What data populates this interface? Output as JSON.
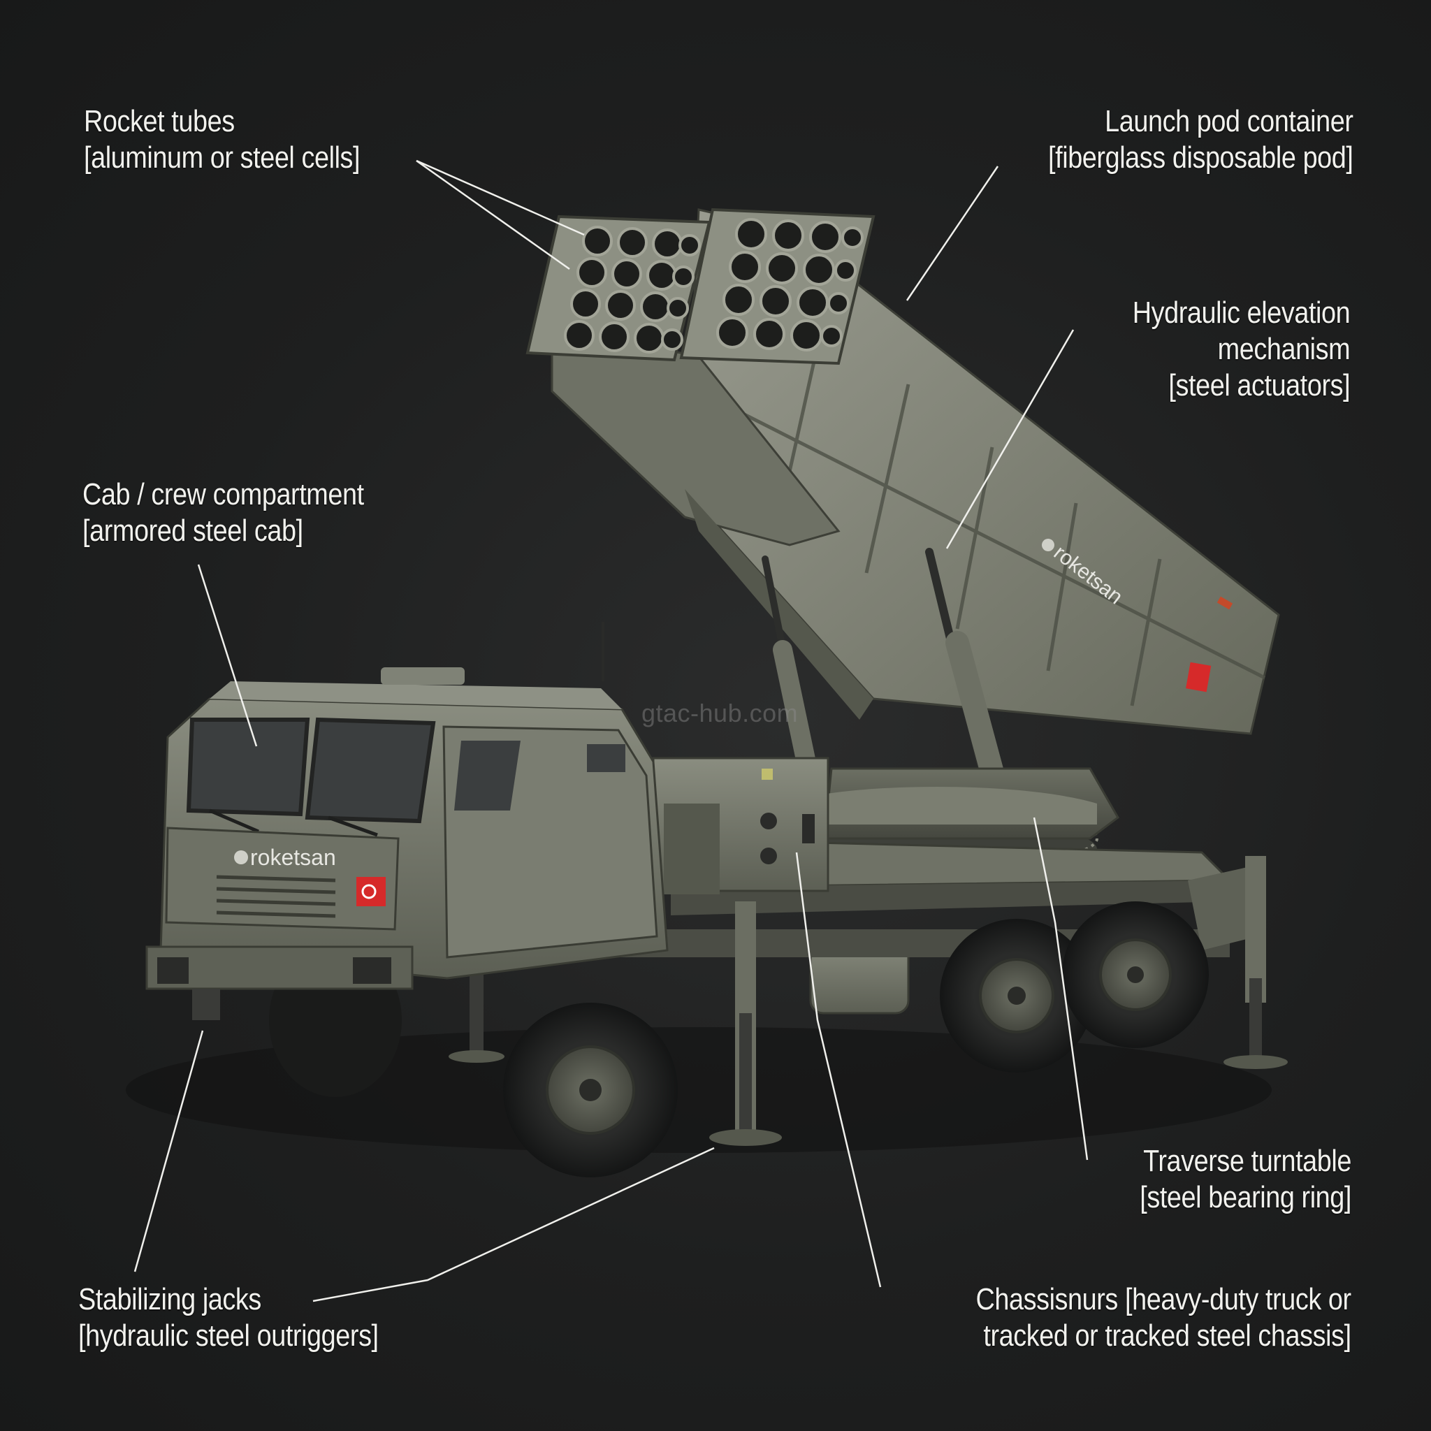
{
  "figure": {
    "type": "annotated-diagram",
    "subject": "multiple rocket launcher truck",
    "background_color": "#1e1f1f",
    "label_color": "#f2f2ee",
    "vehicle_color": "#6b6e62",
    "watermark": "gtac-hub.com"
  },
  "branding": {
    "cab_logo": "roketsan",
    "pod_logo": "roketsan",
    "flag_color": "#d62a2a"
  },
  "annotations": [
    {
      "id": "rocket-tubes",
      "title": "Rocket tubes",
      "material": "[aluminum or steel cells]",
      "side": "left"
    },
    {
      "id": "launch-pod",
      "title": "Launch pod container",
      "material": "[fiberglass disposable pod]",
      "side": "right"
    },
    {
      "id": "hydraulic-elevation",
      "title_line1": "Hydraulic elevation",
      "title_line2": "mechanism",
      "material": "[steel actuators]",
      "side": "right"
    },
    {
      "id": "cab",
      "title": "Cab / crew compartment",
      "material": "[armored steel cab]",
      "side": "left"
    },
    {
      "id": "traverse-turntable",
      "title": "Traverse turntable",
      "material": "[steel bearing ring]",
      "side": "right"
    },
    {
      "id": "stabilizing-jacks",
      "title": "Stabilizing jacks",
      "material": "[hydraulic steel outriggers]",
      "side": "left"
    },
    {
      "id": "chassis",
      "line1": "Chassisnurs [heavy-duty truck or",
      "line2": "tracked or tracked steel chassis]",
      "side": "right"
    }
  ]
}
